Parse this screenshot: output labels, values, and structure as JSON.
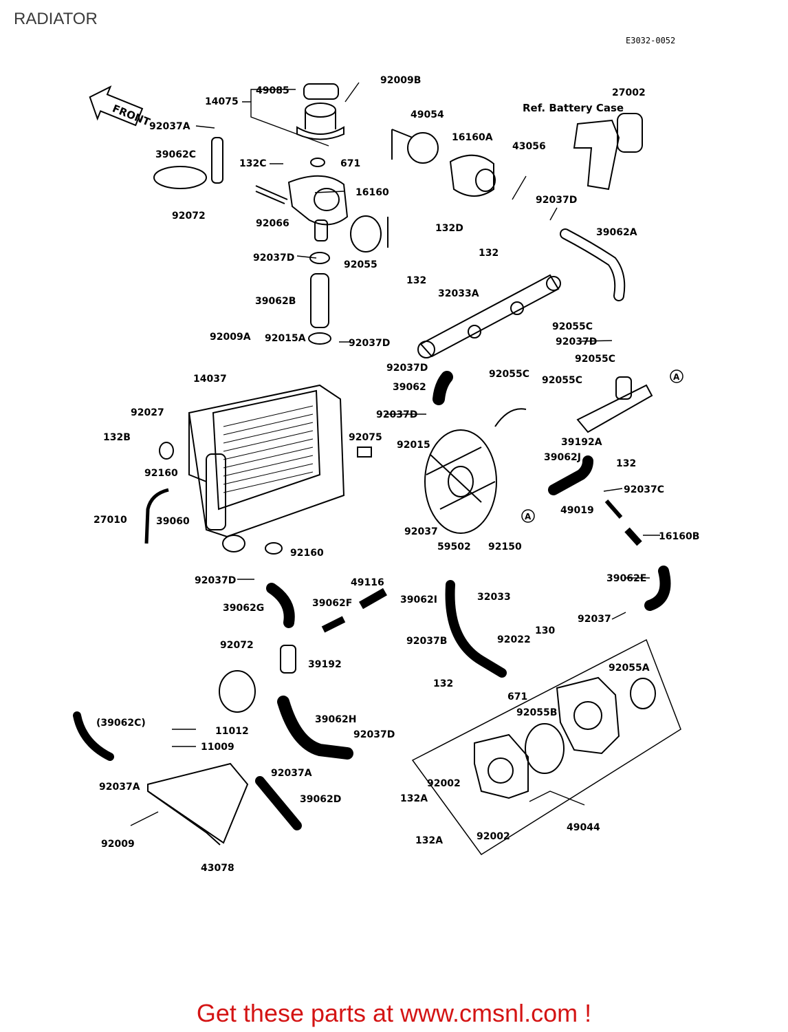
{
  "page": {
    "title": "RADIATOR",
    "diagram_code": "E3032-0052",
    "footer": "Get these parts at www.cmsnl.com !"
  },
  "arrow_label": "FRONT",
  "ref_label": "Ref. Battery Case",
  "circle_marker": "A",
  "part_labels": [
    "14075",
    "49085",
    "92009B",
    "92037A",
    "39062C",
    "92072",
    "132C",
    "671",
    "16160",
    "92066",
    "49054",
    "16160A",
    "43056",
    "132D",
    "27002",
    "92037D",
    "39062A",
    "92055",
    "92037D",
    "39062B",
    "132",
    "132",
    "32033A",
    "92055C",
    "92037D",
    "92055C",
    "92009A",
    "92015A",
    "92037D",
    "14037",
    "92027",
    "132B",
    "92160",
    "27010",
    "39060",
    "92075",
    "92037D",
    "39062",
    "92037D",
    "92055C",
    "92055C",
    "92015",
    "39192A",
    "132",
    "39062J",
    "92037C",
    "49019",
    "92150",
    "16160B",
    "59502",
    "92037",
    "92160",
    "92037D",
    "39062G",
    "49116",
    "39062F",
    "39062I",
    "32033",
    "39062E",
    "92037",
    "92037B",
    "92022",
    "130",
    "92072",
    "39192",
    "132",
    "92055A",
    "671",
    "92055B",
    "(39062C)",
    "11012",
    "11009",
    "39062H",
    "92037D",
    "92037A",
    "92037A",
    "39062D",
    "92002",
    "92009",
    "132A",
    "132A",
    "92002",
    "49044",
    "43078"
  ]
}
